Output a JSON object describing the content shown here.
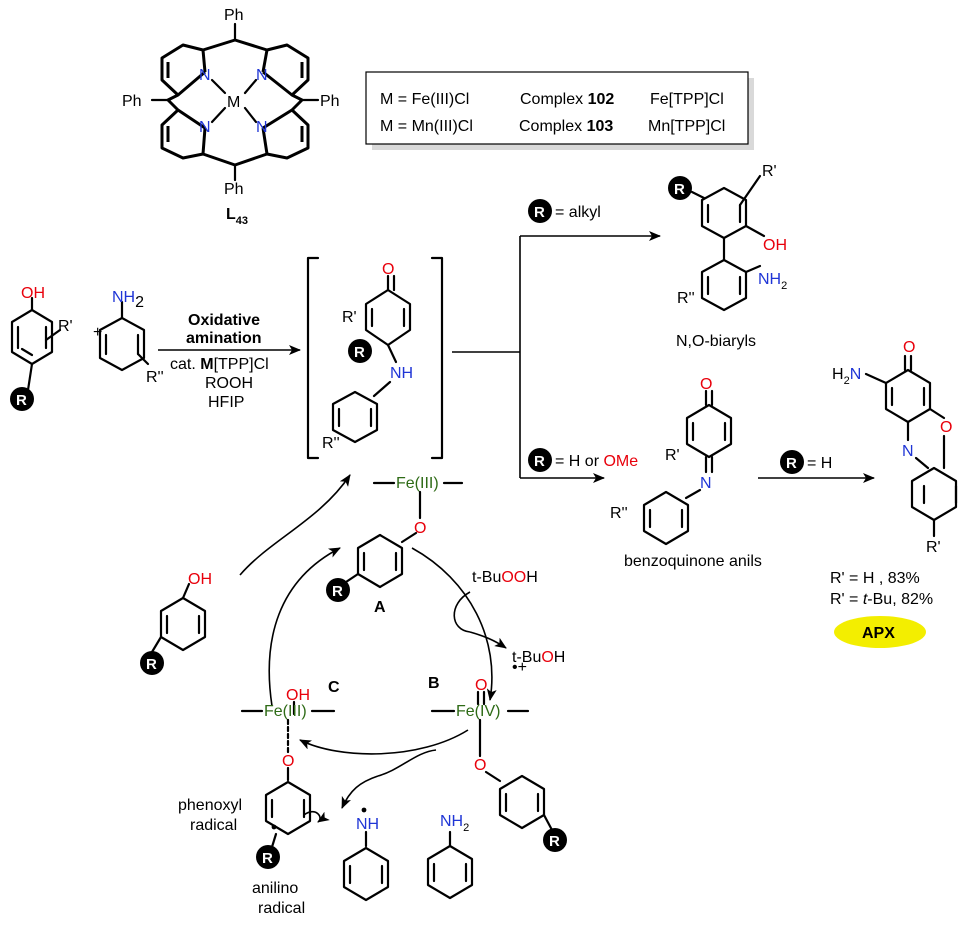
{
  "ligand": {
    "ph_top": "Ph",
    "ph_left": "Ph",
    "ph_right": "Ph",
    "ph_bottom": "Ph",
    "n_atom": "N",
    "metal": "M",
    "label_main": "L",
    "label_sub": "43"
  },
  "complex_table": {
    "rows": [
      {
        "metal": "M = Fe(III)Cl",
        "complex_prefix": "Complex ",
        "complex_num": "102",
        "name": "Fe[TPP]Cl"
      },
      {
        "metal": "M = Mn(III)Cl",
        "complex_prefix": "Complex ",
        "complex_num": "103",
        "name": "Mn[TPP]Cl"
      }
    ]
  },
  "reactants": {
    "phenol_oh": "OH",
    "r_prime": "R'",
    "plus": "+",
    "aniline_nh2": "NH",
    "nh2_sub": "2",
    "r_double_prime": "R''",
    "r_group": "R"
  },
  "conditions": {
    "line1": "Oxidative",
    "line2": "amination",
    "line3_prefix": "cat. ",
    "line3_bold": "M",
    "line3_suffix": "[TPP]Cl",
    "line4": "ROOH",
    "line5": "HFIP"
  },
  "intermediate": {
    "o": "O",
    "r_prime": "R'",
    "nh": "NH",
    "r_double_prime": "R''"
  },
  "branch_alkyl": {
    "r": "R",
    "text": " = alkyl",
    "product_oh": "OH",
    "product_nh2": "NH",
    "nh2_sub": "2",
    "product_r_prime": "R'",
    "product_r_double_prime": "R''",
    "label": "N,O-biaryls"
  },
  "branch_h": {
    "r": "R",
    "text_prefix": " = H or ",
    "text_ome": "OMe",
    "anil_o": "O",
    "anil_n": "N",
    "anil_r_prime": "R'",
    "anil_r_double_prime": "R''",
    "label": "benzoquinone anils",
    "arrow_r": "R",
    "arrow_text": " = H"
  },
  "apx": {
    "h2n": "H",
    "h2n_sub": "2",
    "h2n_n": "N",
    "o_top": "O",
    "o_ring": "O",
    "n_ring": "N",
    "r_prime": "R'",
    "yield1": "R' = H , 83%",
    "yield2_prefix": "R' = ",
    "yield2_italic": "t",
    "yield2_suffix": "-Bu, 82%",
    "badge": "APX"
  },
  "cycle": {
    "fe3_top": "Fe(III)",
    "o_top": "O",
    "label_a": "A",
    "r_a": "R",
    "tbuooh_prefix": "t-Bu",
    "tbuooh_oo": "OO",
    "tbuooh_h": "H",
    "tbuoh_prefix": "t-Bu",
    "tbuoh_o": "O",
    "tbuoh_h": "H",
    "label_b": "B",
    "fe4": "Fe(IV)",
    "o_b": "O",
    "radical_cation": "•+",
    "o_b_phenoxy": "O",
    "r_b": "R",
    "label_c": "C",
    "oh_c": "OH",
    "fe3_c": "Fe(III)",
    "o_c": "O",
    "phenol_oh": "OH",
    "r_phenol": "R",
    "phenoxyl1": "phenoxyl",
    "phenoxyl2": "radical",
    "r_phenoxyl": "R",
    "nh_radical": "NH",
    "anilino1": "anilino",
    "anilino2": "radical",
    "aniline_nh2": "NH",
    "nh2_sub": "2"
  }
}
